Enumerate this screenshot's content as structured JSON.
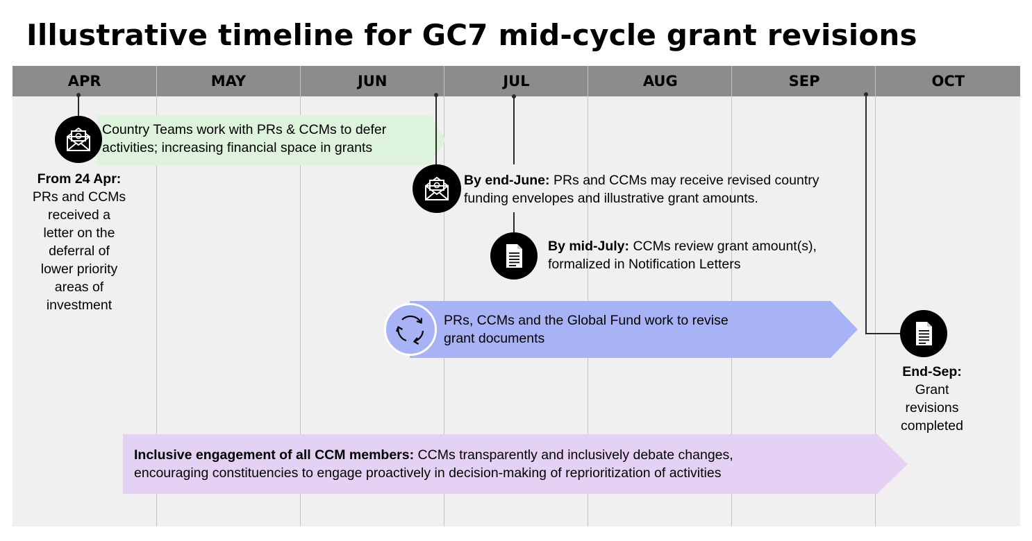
{
  "title": "Illustrative timeline for GC7 mid-cycle grant revisions",
  "months": [
    "APR",
    "MAY",
    "JUN",
    "JUL",
    "AUG",
    "SEP",
    "OCT"
  ],
  "colors": {
    "header": "#8c8c8c",
    "board": "#f0f0f0",
    "green_arrow": "#ddf3dc",
    "blue_arrow": "#a8b3f6",
    "purple_arrow": "#e5d1f3",
    "icon_circle": "#000000"
  },
  "events": {
    "country_teams": {
      "icon": "envelope-icon",
      "text_line1": "Country Teams work with PRs & CCMs to defer",
      "text_line2": "activities; increasing financial space in grants"
    },
    "apr_letter": {
      "bold": "From 24 Apr:",
      "lines": [
        "PRs and CCMs",
        "received a",
        "letter on the",
        "deferral of",
        "lower priority",
        "areas of",
        "investment"
      ]
    },
    "end_june": {
      "icon": "envelope-icon",
      "bold": "By end-June:",
      "text_line1": "PRs and CCMs may receive revised country",
      "text_line2": "funding envelopes and illustrative grant amounts."
    },
    "mid_july": {
      "icon": "document-icon",
      "bold": "By mid-July:",
      "text_line1": "CCMs review grant amount(s),",
      "text_line2": "formalized in Notification Letters"
    },
    "revise_docs": {
      "icon": "refresh-cycle-icon",
      "text_line1": "PRs, CCMs and the Global Fund work to revise",
      "text_line2": "grant documents"
    },
    "end_sep": {
      "icon": "document-icon",
      "bold": "End-Sep:",
      "lines": [
        "Grant",
        "revisions",
        "completed"
      ]
    },
    "inclusive": {
      "bold": "Inclusive engagement of all CCM members:",
      "text_line1": "CCMs transparently and inclusively debate changes,",
      "text_line2": "encouraging constituencies to engage proactively in decision-making of reprioritization of activities"
    }
  }
}
